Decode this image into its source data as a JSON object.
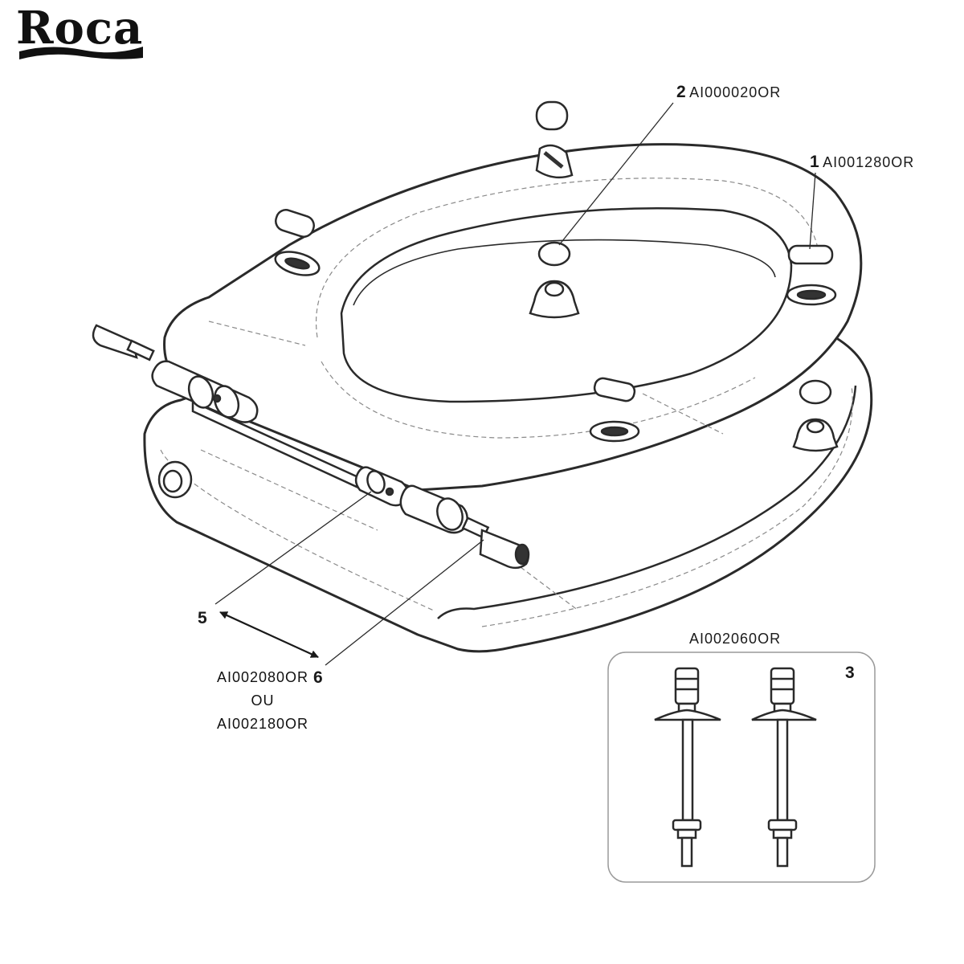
{
  "brand": {
    "name": "Roca"
  },
  "parts": [
    {
      "number": "1",
      "code": "AI001280OR"
    },
    {
      "number": "2",
      "code": "AI000020OR"
    },
    {
      "number": "3",
      "code": "AI002060OR"
    },
    {
      "number": "5"
    },
    {
      "number": "6"
    }
  ],
  "hinge_codes": {
    "primary": "AI002080OR",
    "separator": "OU",
    "alternative": "AI002180OR"
  },
  "colors": {
    "line": "#2a2a2a",
    "dash": "#8a8a8a",
    "fill": "#ffffff",
    "frame": "#9a9a9a"
  }
}
